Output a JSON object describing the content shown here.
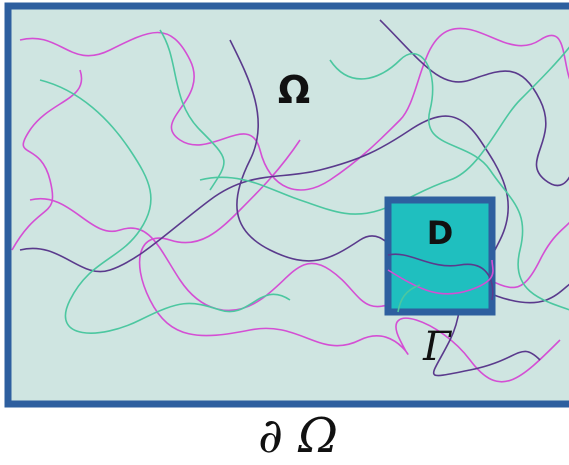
{
  "labels": {
    "domain": "Ω",
    "subdomain": "D",
    "interface": "Γ",
    "boundary": "∂ Ω"
  },
  "colors": {
    "domain_fill": "#cfe5e1",
    "domain_border": "#2e5f9f",
    "subdomain_fill": "#1fbfbf",
    "subdomain_border": "#2e5f9f",
    "curve_magenta": "#d44fd4",
    "curve_purple": "#5a3a8c",
    "curve_green": "#4cc7a0"
  },
  "icons": {
    "domain": "rectangle-domain",
    "subdomain": "square-subdomain",
    "paths": "random-walk-curves"
  }
}
